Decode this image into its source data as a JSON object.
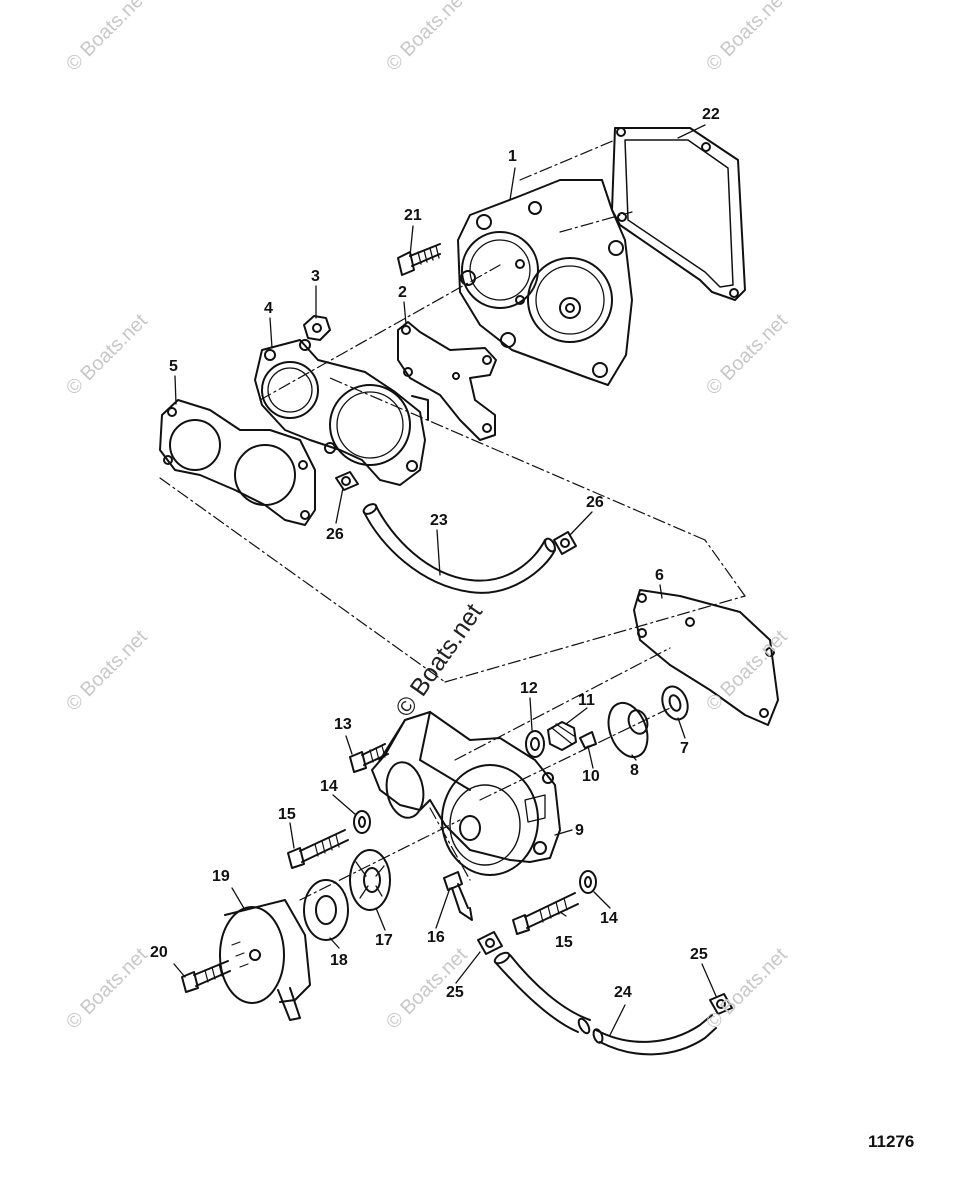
{
  "watermark": {
    "small": "© Boats.net",
    "center": "© Boats.net"
  },
  "callouts": [
    "1",
    "2",
    "3",
    "4",
    "5",
    "6",
    "7",
    "8",
    "9",
    "10",
    "11",
    "12",
    "13",
    "14",
    "14",
    "15",
    "15",
    "16",
    "17",
    "18",
    "19",
    "20",
    "21",
    "22",
    "23",
    "24",
    "25",
    "25",
    "26",
    "26"
  ],
  "diagram_id": "11276"
}
